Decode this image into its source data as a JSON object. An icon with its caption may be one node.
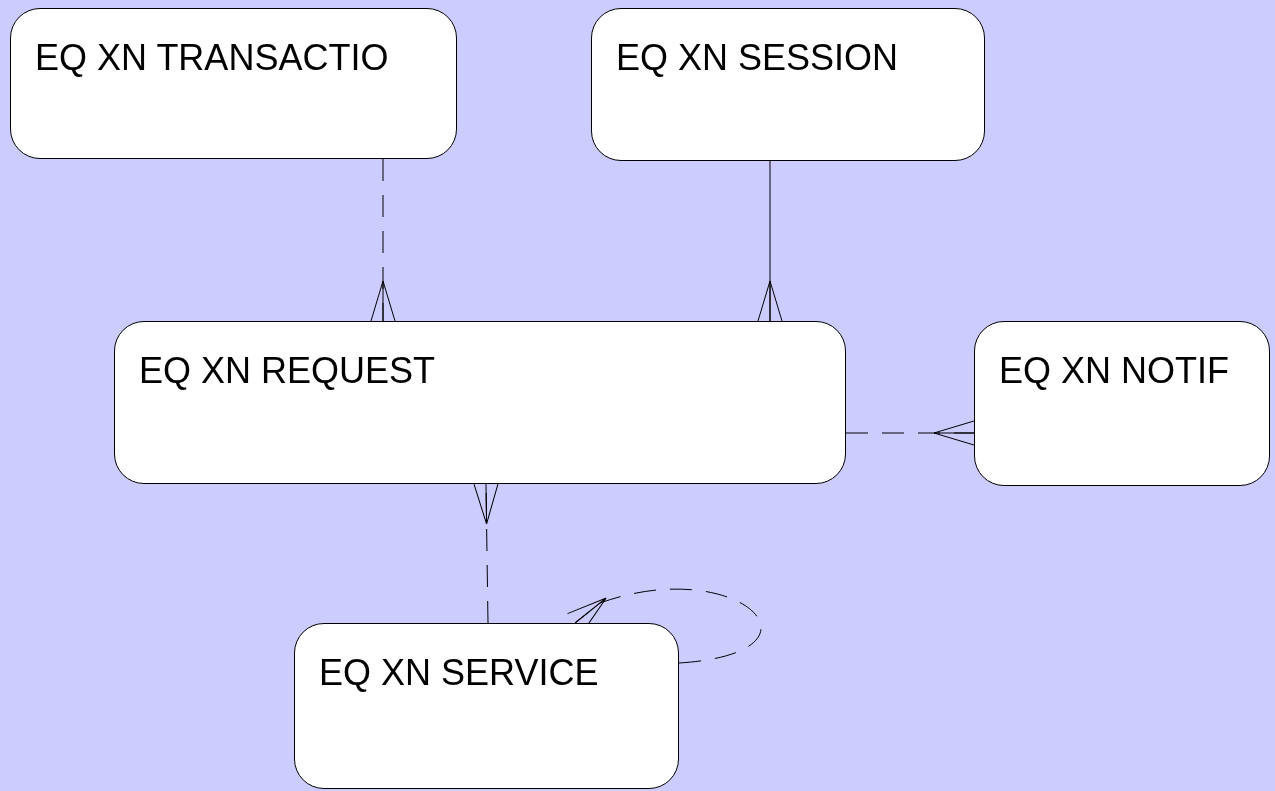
{
  "diagram": {
    "nodes": [
      {
        "text": [
          "EQ XN TRANSACTIO"
        ]
      },
      {
        "text": [
          "EQ XN SESSION"
        ]
      },
      {
        "text": [
          "EQ XN REQUEST"
        ]
      },
      {
        "text": [
          "EQ XN NOTIF"
        ]
      },
      {
        "text": [
          "EQ XN SERVICE"
        ]
      }
    ],
    "edges": [
      {
        "from": 0,
        "to": 2,
        "arrow": "other",
        "style": "dashed"
      },
      {
        "from": 1,
        "to": 2,
        "arrow": "other"
      },
      {
        "from": 2,
        "to": 3,
        "arrow": "other",
        "style": "dashed"
      },
      {
        "from": 4,
        "to": 2,
        "arrow": "other",
        "style": "dashed"
      },
      {
        "from": 4,
        "to": 4,
        "arrow": "other",
        "style": "dashed"
      }
    ]
  }
}
